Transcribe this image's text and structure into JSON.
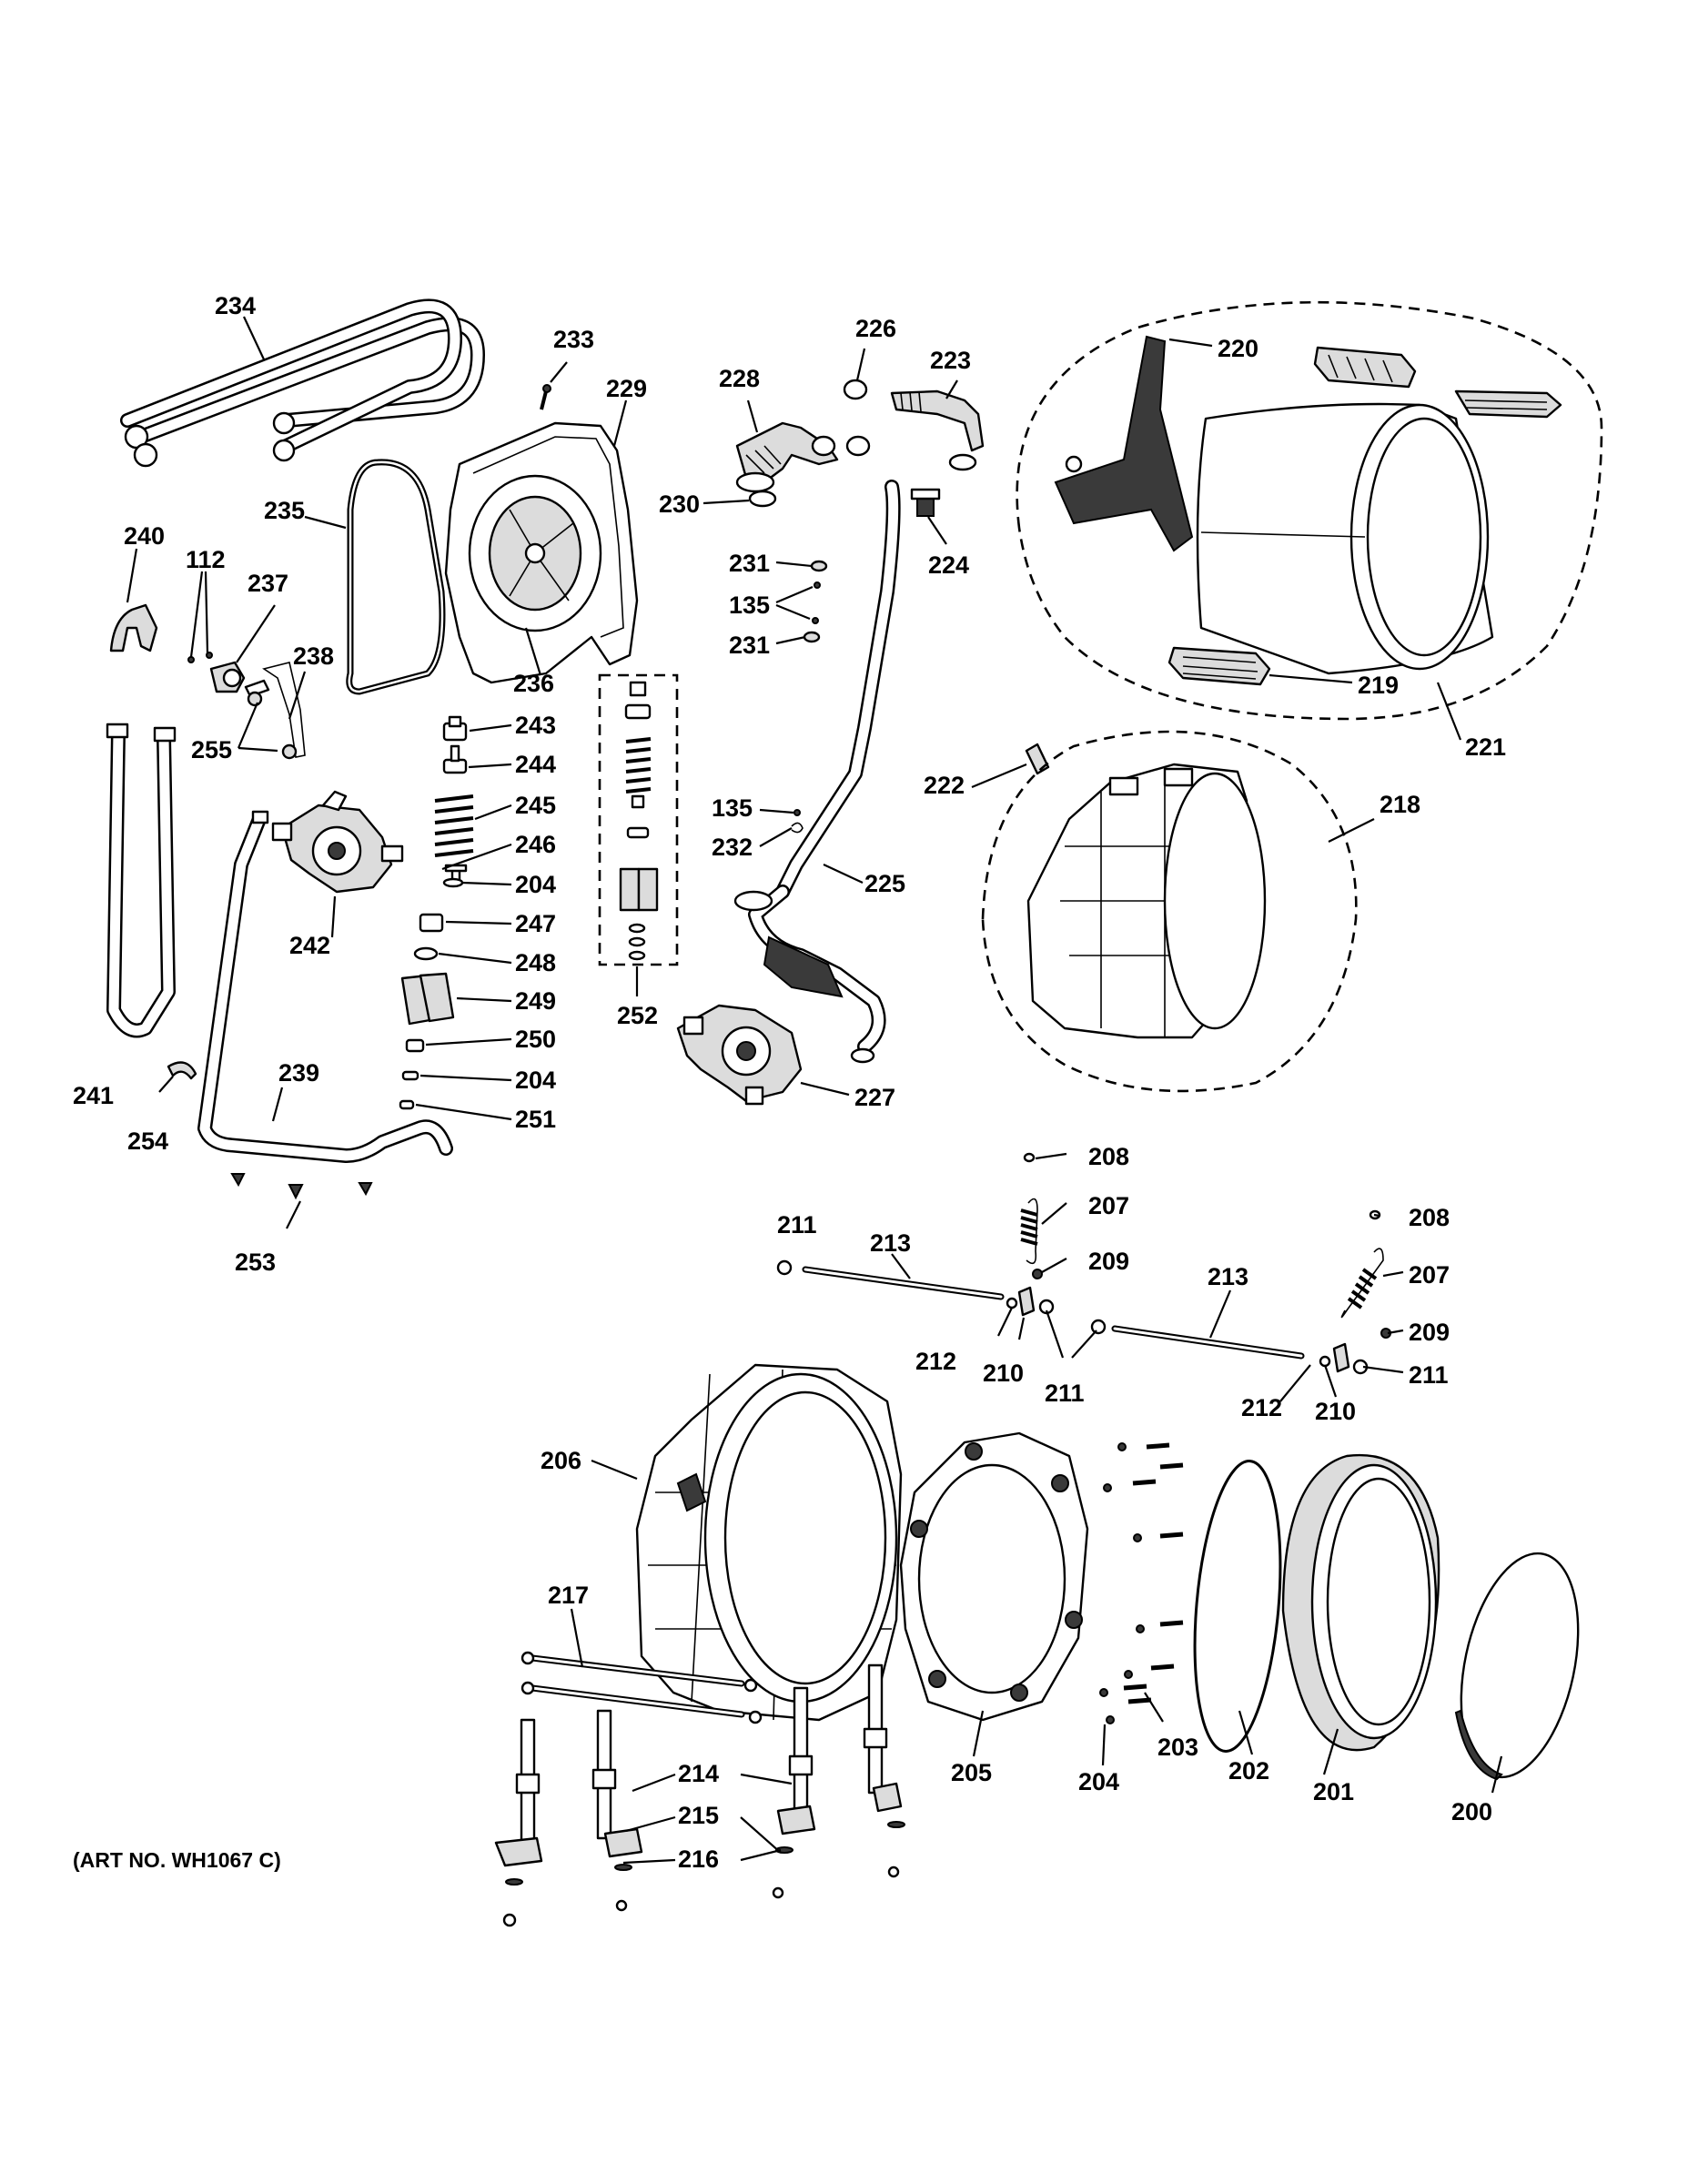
{
  "art_number": "(ART NO. WH1067 C)",
  "callouts": {
    "c200": "200",
    "c201": "201",
    "c202": "202",
    "c203": "203",
    "c204a": "204",
    "c204b": "204",
    "c204c": "204",
    "c205": "205",
    "c206": "206",
    "c207a": "207",
    "c207b": "207",
    "c208a": "208",
    "c208b": "208",
    "c209a": "209",
    "c209b": "209",
    "c210a": "210",
    "c210b": "210",
    "c211a": "211",
    "c211b": "211",
    "c211c": "211",
    "c212a": "212",
    "c212b": "212",
    "c213a": "213",
    "c213b": "213",
    "c214": "214",
    "c215": "215",
    "c216": "216",
    "c217": "217",
    "c218": "218",
    "c219": "219",
    "c220": "220",
    "c221": "221",
    "c222": "222",
    "c223": "223",
    "c224": "224",
    "c225": "225",
    "c226": "226",
    "c227": "227",
    "c228": "228",
    "c229": "229",
    "c230": "230",
    "c231a": "231",
    "c231b": "231",
    "c232": "232",
    "c233": "233",
    "c234": "234",
    "c235": "235",
    "c236": "236",
    "c237": "237",
    "c238": "238",
    "c239": "239",
    "c240": "240",
    "c241": "241",
    "c242": "242",
    "c243": "243",
    "c244": "244",
    "c245": "245",
    "c246": "246",
    "c247": "247",
    "c248": "248",
    "c249": "249",
    "c250": "250",
    "c251": "251",
    "c252": "252",
    "c253": "253",
    "c254": "254",
    "c255": "255",
    "c112": "112",
    "c135a": "135",
    "c135b": "135"
  }
}
